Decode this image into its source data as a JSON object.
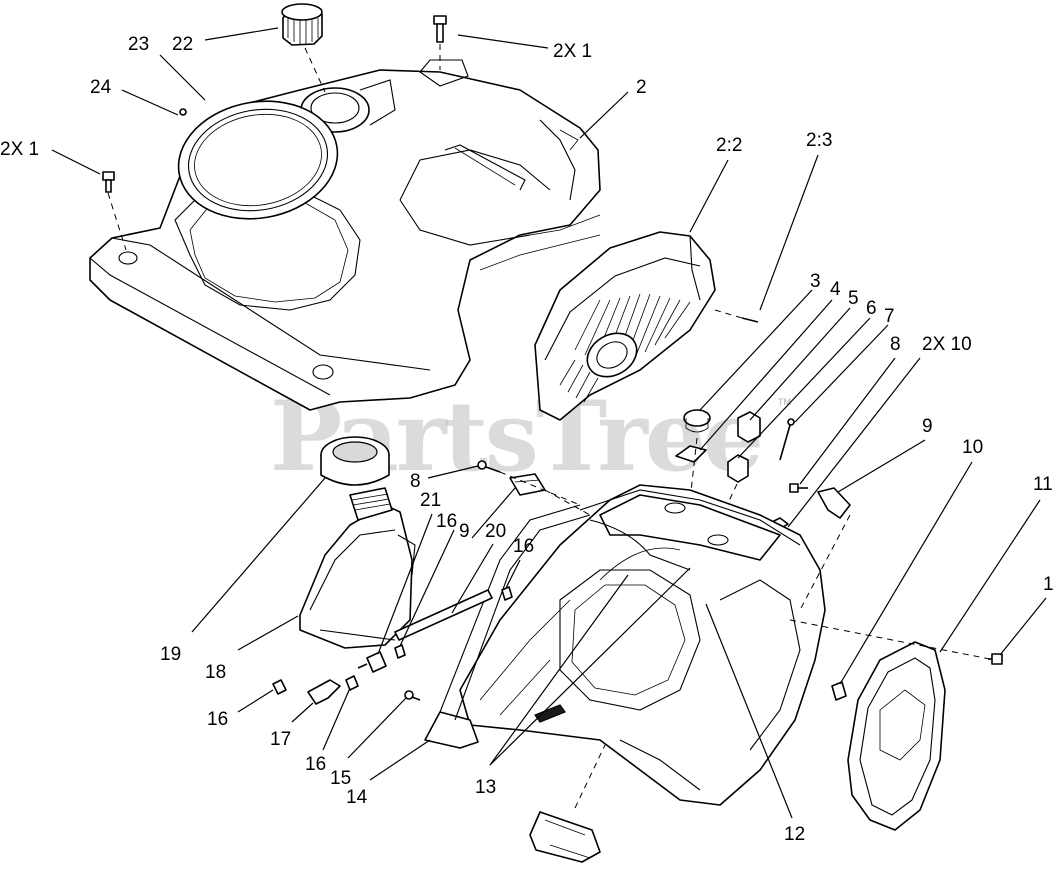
{
  "watermark": {
    "text": "PartsTree",
    "trademark": "TM"
  },
  "callouts": [
    {
      "id": "c-22",
      "text": "22",
      "target": "fuel-cap"
    },
    {
      "id": "c-23",
      "text": "23",
      "target": "gasket-ring"
    },
    {
      "id": "c-24",
      "text": "24",
      "target": "ring-screw"
    },
    {
      "id": "c-2x1-left",
      "text": "2X 1",
      "target": "left-screw"
    },
    {
      "id": "c-2x1-top",
      "text": "2X 1",
      "target": "top-screw"
    },
    {
      "id": "c-2",
      "text": "2",
      "target": "upper-shroud"
    },
    {
      "id": "c-2-2",
      "text": "2:2",
      "target": "side-grille-cover"
    },
    {
      "id": "c-2-3",
      "text": "2:3",
      "target": "grille-screw"
    },
    {
      "id": "c-3",
      "text": "3",
      "target": "grommet"
    },
    {
      "id": "c-4",
      "text": "4",
      "target": "washer"
    },
    {
      "id": "c-5",
      "text": "5",
      "target": "knob"
    },
    {
      "id": "c-6",
      "text": "6",
      "target": "knob-base"
    },
    {
      "id": "c-7",
      "text": "7",
      "target": "long-screw"
    },
    {
      "id": "c-8-right",
      "text": "8",
      "target": "screw-right"
    },
    {
      "id": "c-2x10",
      "text": "2X 10",
      "target": "nut-pair"
    },
    {
      "id": "c-9-right",
      "text": "9",
      "target": "clip-right"
    },
    {
      "id": "c-10",
      "text": "10",
      "target": "nut-10"
    },
    {
      "id": "c-11",
      "text": "11",
      "target": "end-cover"
    },
    {
      "id": "c-1",
      "text": "1",
      "target": "end-screw"
    },
    {
      "id": "c-8-left",
      "text": "8",
      "target": "screw-left"
    },
    {
      "id": "c-21",
      "text": "21",
      "target": "fuel-filter"
    },
    {
      "id": "c-16-a",
      "text": "16",
      "target": "clamp-a"
    },
    {
      "id": "c-9-left",
      "text": "9",
      "target": "clip-left"
    },
    {
      "id": "c-20",
      "text": "20",
      "target": "fuel-line"
    },
    {
      "id": "c-16-b",
      "text": "16",
      "target": "clamp-b"
    },
    {
      "id": "c-19",
      "text": "19",
      "target": "tank-seal"
    },
    {
      "id": "c-18",
      "text": "18",
      "target": "fuel-tank"
    },
    {
      "id": "c-16-c",
      "text": "16",
      "target": "clamp-c"
    },
    {
      "id": "c-17",
      "text": "17",
      "target": "elbow"
    },
    {
      "id": "c-16-d",
      "text": "16",
      "target": "clamp-d"
    },
    {
      "id": "c-15",
      "text": "15",
      "target": "screw-15"
    },
    {
      "id": "c-14",
      "text": "14",
      "target": "bracket-14"
    },
    {
      "id": "c-13",
      "text": "13",
      "target": "wire-13"
    },
    {
      "id": "c-12",
      "text": "12",
      "target": "lower-housing"
    }
  ]
}
